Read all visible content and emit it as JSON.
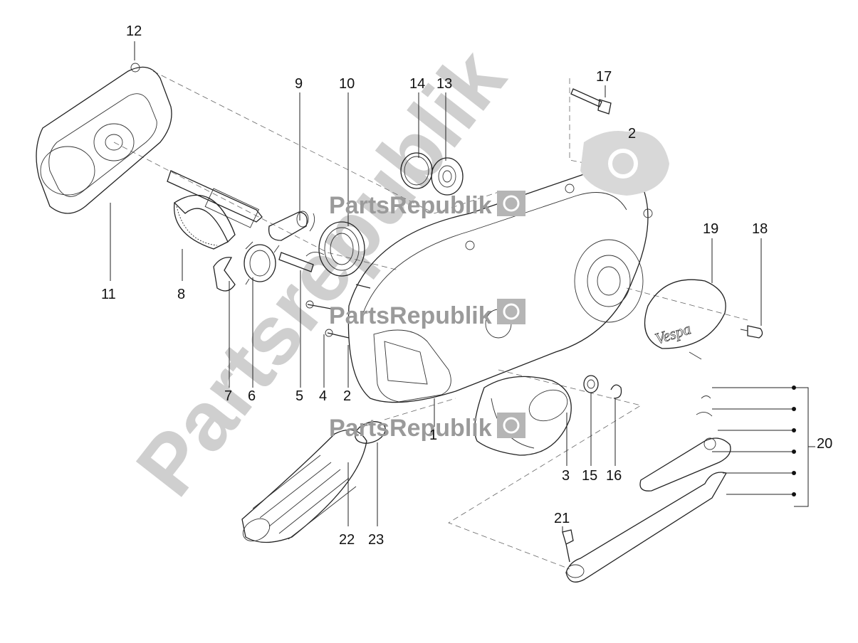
{
  "watermark": {
    "brand": "PartsRepublik",
    "brand_big": "Partsrepublik"
  },
  "callouts": [
    {
      "id": "c12",
      "text": "12"
    },
    {
      "id": "c11",
      "text": "11"
    },
    {
      "id": "c8",
      "text": "8"
    },
    {
      "id": "c9",
      "text": "9"
    },
    {
      "id": "c10",
      "text": "10"
    },
    {
      "id": "c14",
      "text": "14"
    },
    {
      "id": "c13",
      "text": "13"
    },
    {
      "id": "c17",
      "text": "17"
    },
    {
      "id": "c2a",
      "text": "2"
    },
    {
      "id": "c19",
      "text": "19"
    },
    {
      "id": "c18",
      "text": "18"
    },
    {
      "id": "c7",
      "text": "7"
    },
    {
      "id": "c6",
      "text": "6"
    },
    {
      "id": "c5",
      "text": "5"
    },
    {
      "id": "c4",
      "text": "4"
    },
    {
      "id": "c2b",
      "text": "2"
    },
    {
      "id": "c1",
      "text": "1"
    },
    {
      "id": "c3",
      "text": "3"
    },
    {
      "id": "c15",
      "text": "15"
    },
    {
      "id": "c16",
      "text": "16"
    },
    {
      "id": "c20",
      "text": "20"
    },
    {
      "id": "c21",
      "text": "21"
    },
    {
      "id": "c22",
      "text": "22"
    },
    {
      "id": "c23",
      "text": "23"
    }
  ],
  "cover_badge_text": "Vespa"
}
